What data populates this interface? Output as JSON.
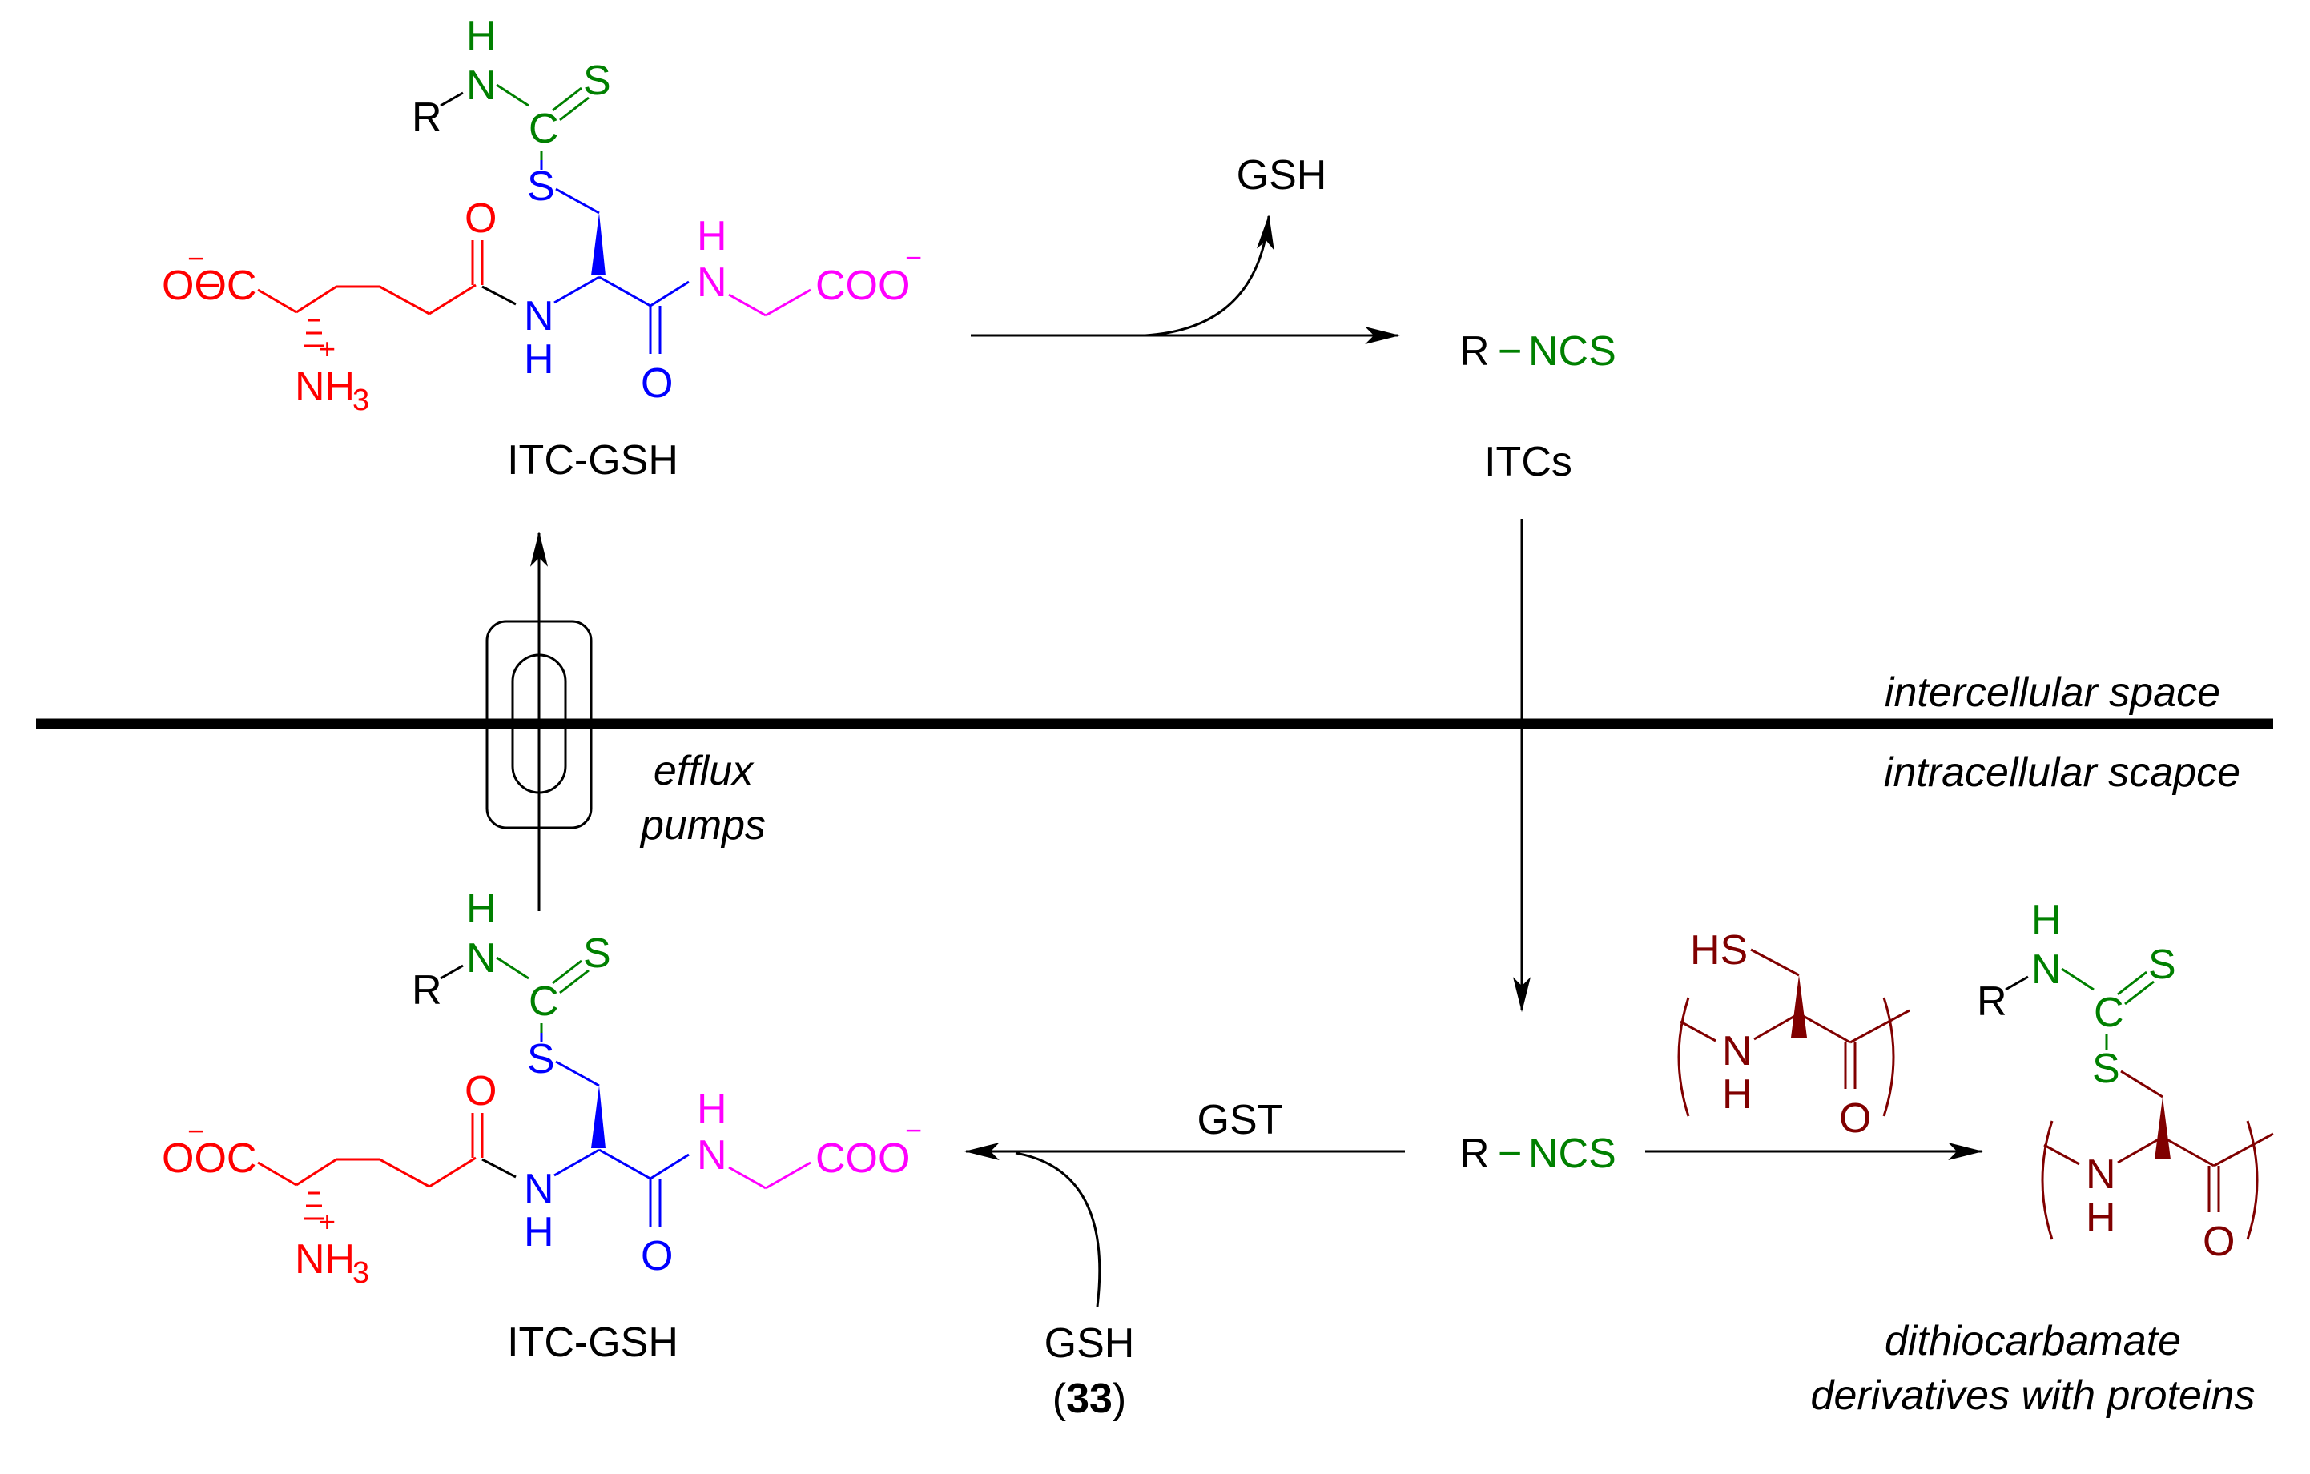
{
  "colors": {
    "black": "#000000",
    "red": "#ff0000",
    "blue": "#0000ff",
    "magenta": "#ff00ff",
    "green": "#008000",
    "darkred": "#800000"
  },
  "labels": {
    "top_product": "ITC-GSH",
    "bottom_product": "ITC-GSH",
    "itcs": "ITCs",
    "gsh_released": "GSH",
    "gst": "GST",
    "gsh_reagent": "GSH",
    "gsh_number_open": "(",
    "gsh_number": "33",
    "gsh_number_close": ")",
    "efflux_line1": "efflux",
    "efflux_line2": "pumps",
    "intercellular": "intercellular space",
    "intracellular": "intracellular scapce",
    "dithio_line1": "dithiocarbamate",
    "dithio_line2": "derivatives with proteins"
  },
  "atoms": {
    "R": "R",
    "N": "N",
    "H": "H",
    "C": "C",
    "S": "S",
    "O": "O",
    "OOC": "OOC",
    "COO": "COO",
    "NH": "NH",
    "three": "3",
    "minus": "−",
    "plus": "+",
    "NCS": "NCS",
    "HS": "HS",
    "dash": "−"
  }
}
